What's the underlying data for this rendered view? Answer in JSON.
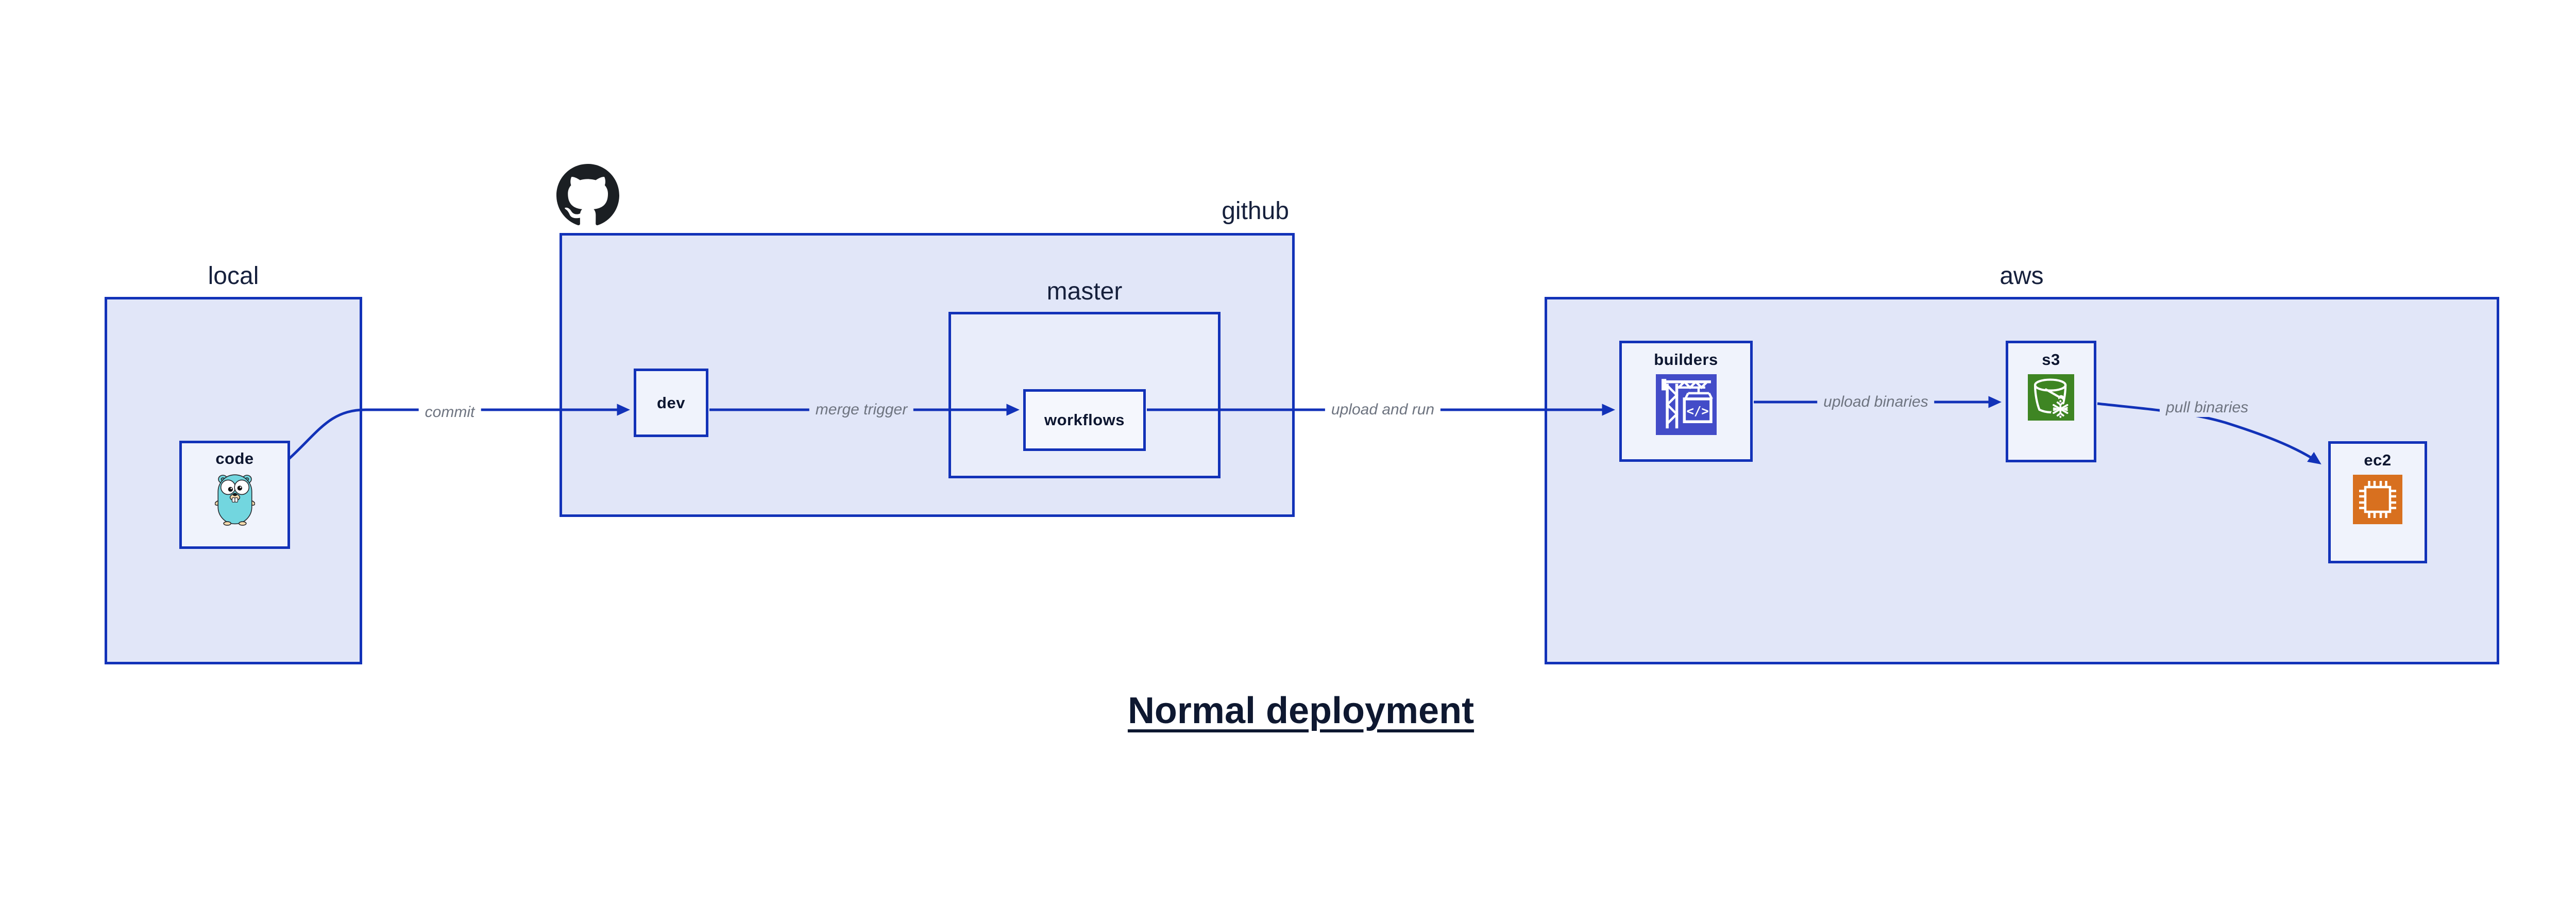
{
  "title": "Normal deployment",
  "diagram_type": "flowchart",
  "groups": {
    "local": {
      "label": "local"
    },
    "github": {
      "label": "github"
    },
    "master": {
      "label": "master"
    },
    "aws": {
      "label": "aws"
    }
  },
  "nodes": {
    "code": {
      "label": "code",
      "icon": "go-gopher-icon"
    },
    "dev": {
      "label": "dev"
    },
    "workflows": {
      "label": "workflows"
    },
    "builders": {
      "label": "builders",
      "icon": "aws-codebuild-crane-icon"
    },
    "s3": {
      "label": "s3",
      "icon": "aws-s3-glacier-bucket-icon"
    },
    "ec2": {
      "label": "ec2",
      "icon": "aws-ec2-chip-icon"
    }
  },
  "edges": [
    {
      "from": "code",
      "to": "dev",
      "label": "commit"
    },
    {
      "from": "dev",
      "to": "workflows",
      "label": "merge trigger"
    },
    {
      "from": "workflows",
      "to": "builders",
      "label": "upload and run"
    },
    {
      "from": "builders",
      "to": "s3",
      "label": "upload binaries"
    },
    {
      "from": "s3",
      "to": "ec2",
      "label": "pull binaries"
    }
  ],
  "icons": {
    "github_logo": "github-octocat",
    "code": "go-gopher",
    "builders": "aws-codebuild-crane",
    "s3": "aws-s3-glacier-bucket-snowflake",
    "ec2": "aws-ec2-chip"
  },
  "colors": {
    "edge_blue": "#1232b8",
    "group_fill": "#e1e6f8",
    "master_fill": "#e9edfa",
    "node_fill": "#f0f3fc",
    "workflows_fill": "#f5f7fd",
    "edge_label_gray": "#6e7480",
    "text_navy": "#111c36",
    "octocat_black": "#1b1f23",
    "builders_icon_bg": "#434cc8",
    "s3_icon_bg": "#3e8523",
    "ec2_icon_bg": "#d8701f",
    "gopher_teal": "#72d6df",
    "background": "#ffffff"
  }
}
